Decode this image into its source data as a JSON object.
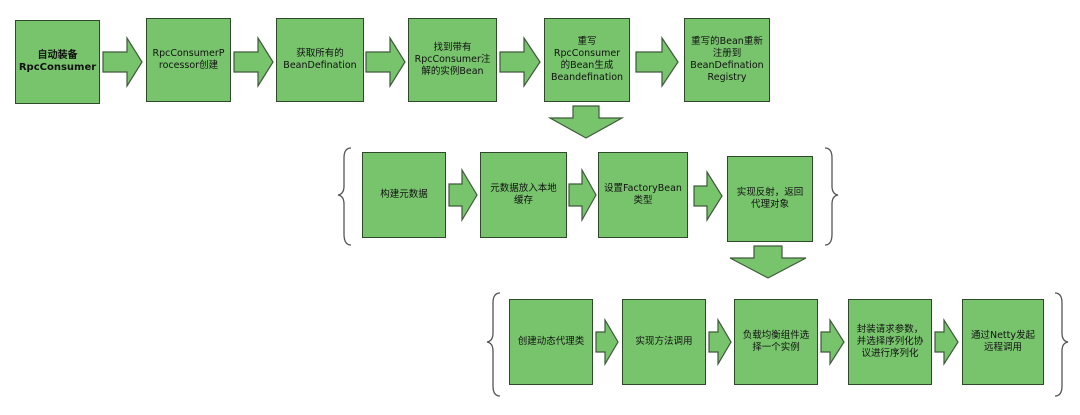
{
  "row1": [
    {
      "label": "自动装备\nRpcConsumer",
      "bold": true
    },
    {
      "label": "RpcConsumerP\nrocessor创建"
    },
    {
      "label": "获取所有的\nBeanDefination"
    },
    {
      "label": "找到带有\nRpcConsumer注\n解的实例Bean"
    },
    {
      "label": "重写\nRpcConsumer\n的Bean生成\nBeandefination"
    },
    {
      "label": "重写的Bean重新\n注册到\nBeanDefination\nRegistry"
    }
  ],
  "row2": [
    {
      "label": "构建元数据"
    },
    {
      "label": "元数据放入本地\n缓存"
    },
    {
      "label": "设置FactoryBean\n类型"
    },
    {
      "label": "实现反射，返回\n代理对象"
    }
  ],
  "row3": [
    {
      "label": "创建动态代理类"
    },
    {
      "label": "实现方法调用"
    },
    {
      "label": "负载均衡组件选\n择一个实例"
    },
    {
      "label": "封装请求参数，\n并选择序列化协\n议进行序列化"
    },
    {
      "label": "通过Netty发起\n远程调用"
    }
  ]
}
